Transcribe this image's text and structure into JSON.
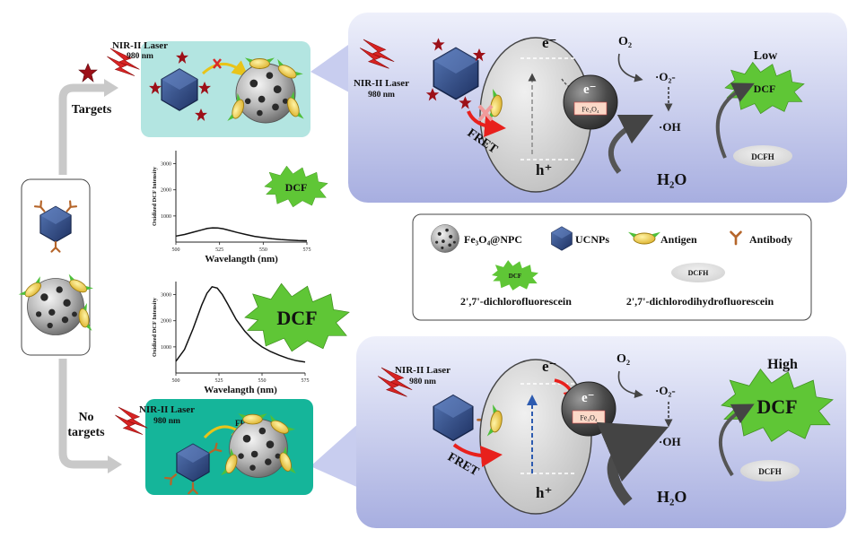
{
  "labels": {
    "targets": "Targets",
    "no_targets_line1": "No",
    "no_targets_line2": "targets",
    "laser_line1": "NIR-II Laser",
    "laser_line2": "980 nm",
    "fret": "FRET",
    "dcf": "DCF",
    "dcfh": "DCFH",
    "fe3o4": "Fe₃O₄",
    "electron": "e⁻",
    "hole": "h⁺",
    "o2": "O₂",
    "superoxide": "·O₂-",
    "hydroxyl": "·OH",
    "water": "H₂O",
    "low": "Low",
    "high": "High"
  },
  "legend": {
    "fe3o4_npc": "Fe₃O₄@NPC",
    "ucnps": "UCNPs",
    "antigen": "Antigen",
    "antibody": "Antibody",
    "dcf_icon": "DCF",
    "dcfh_icon": "DCFH",
    "dcf_name": "2',7'-dichlorofluorescein",
    "dcfh_name": "2',7'-dichlorodihydrofluorescein"
  },
  "colors": {
    "teal_light": "#b3e5e1",
    "teal_dark": "#15b59a",
    "panel_blue_top": "#eef0fb",
    "panel_blue_bottom": "#9aa3db",
    "ucnp_navy": "#2a3f73",
    "antibody": "#b5652a",
    "antigen_gold": "#e6c12e",
    "green_star": "#5fc636",
    "laser_red": "#d32222",
    "target_red": "#9c1018",
    "fe3o4_box": "#fbd9c8"
  },
  "chart_data": [
    {
      "type": "line",
      "title": "",
      "xlabel": "Wavelangth (nm)",
      "ylabel": "Oxidized DCF Intensity",
      "xlim": [
        500,
        575
      ],
      "ylim": [
        0,
        3500
      ],
      "xticks": [
        500,
        525,
        550,
        575
      ],
      "yticks": [
        1000,
        2000,
        3000
      ],
      "x": [
        500,
        505,
        510,
        515,
        518,
        521,
        524,
        527,
        530,
        535,
        540,
        545,
        550,
        555,
        560,
        565,
        570,
        575
      ],
      "y": [
        230,
        290,
        380,
        470,
        520,
        545,
        540,
        510,
        460,
        370,
        290,
        220,
        170,
        130,
        100,
        80,
        60,
        50
      ]
    },
    {
      "type": "line",
      "title": "",
      "xlabel": "Wavelangth (nm)",
      "ylabel": "Oxidized DCF Intensity",
      "xlim": [
        500,
        575
      ],
      "ylim": [
        0,
        3500
      ],
      "xticks": [
        500,
        525,
        550,
        575
      ],
      "yticks": [
        1000,
        2000,
        3000
      ],
      "x": [
        500,
        505,
        510,
        515,
        518,
        521,
        524,
        527,
        530,
        535,
        540,
        545,
        550,
        555,
        560,
        565,
        570,
        575
      ],
      "y": [
        450,
        900,
        1700,
        2600,
        3050,
        3300,
        3250,
        3000,
        2650,
        2050,
        1600,
        1250,
        1000,
        820,
        680,
        560,
        470,
        420
      ]
    }
  ]
}
